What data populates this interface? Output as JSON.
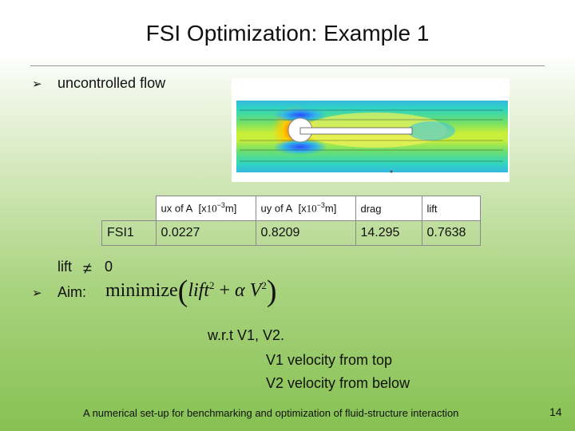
{
  "slide": {
    "title": "FSI Optimization: Example 1",
    "bullet1": "uncontrolled flow",
    "table": {
      "headers": [
        "ux of A",
        "uy of A",
        "drag",
        "lift"
      ],
      "unit_prefix": "[x",
      "unit_base": "10",
      "unit_exp": "−3",
      "unit_suffix": "m]",
      "row_label": "FSI1",
      "values": [
        "0.0227",
        "0.8209",
        "14.295",
        "0.7638"
      ]
    },
    "lift_label": "lift",
    "neq_symbol": "≠",
    "zero": "0",
    "aim_label": "Aim:",
    "aim_expr": {
      "fn": "minimize",
      "lift": "lift",
      "exp": "2",
      "plus": "+",
      "alpha": "α",
      "V": "V"
    },
    "wrt": "w.r.t  V1, V2.",
    "v1_desc": "V1 velocity from top",
    "v2_desc": "V2 velocity from below",
    "footer": "A  numerical set-up for benchmarking and optimization of fluid-structure interaction",
    "page_number": "14"
  }
}
